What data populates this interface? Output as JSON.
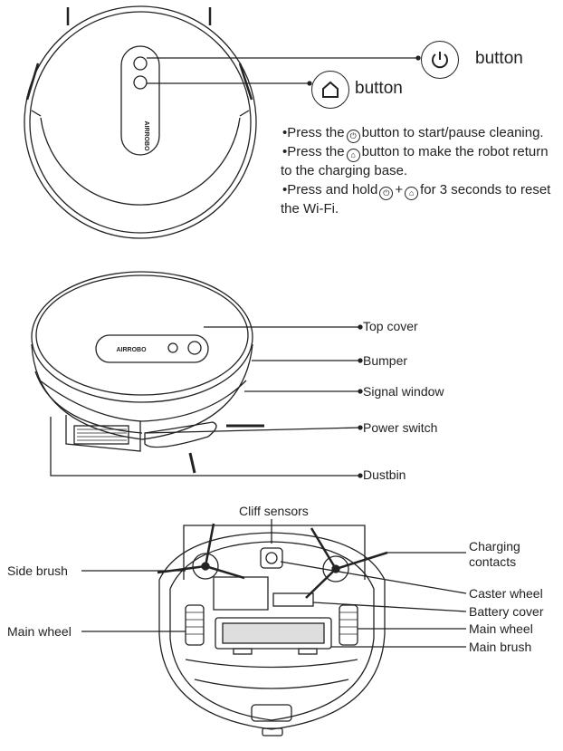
{
  "top_section": {
    "power_button": {
      "label": "button",
      "icon": "power-icon"
    },
    "home_button": {
      "label": "button",
      "icon": "home-icon"
    },
    "brand": "AIRROBO",
    "instructions": {
      "line1_pre": "•Press the",
      "line1_post": "button to start/pause cleaning.",
      "line2_pre": "•Press the",
      "line2_post": "button to make the robot return",
      "line3": "to the charging base.",
      "line4_pre": "•Press and hold",
      "line4_plus": "+",
      "line4_post": "for 3 seconds to reset",
      "line5": "the Wi-Fi."
    }
  },
  "middle_section": {
    "brand": "AIRROBO",
    "labels": {
      "top_cover": "Top cover",
      "bumper": "Bumper",
      "signal_window": "Signal window",
      "power_switch": "Power switch",
      "dustbin": "Dustbin"
    }
  },
  "bottom_section": {
    "labels": {
      "cliff_sensors": "Cliff sensors",
      "side_brush": "Side brush",
      "main_wheel_left": "Main wheel",
      "charging_contacts_1": "Charging",
      "charging_contacts_2": "contacts",
      "caster_wheel": "Caster wheel",
      "battery_cover": "Battery cover",
      "main_wheel_right": "Main wheel",
      "main_brush": "Main brush"
    }
  }
}
